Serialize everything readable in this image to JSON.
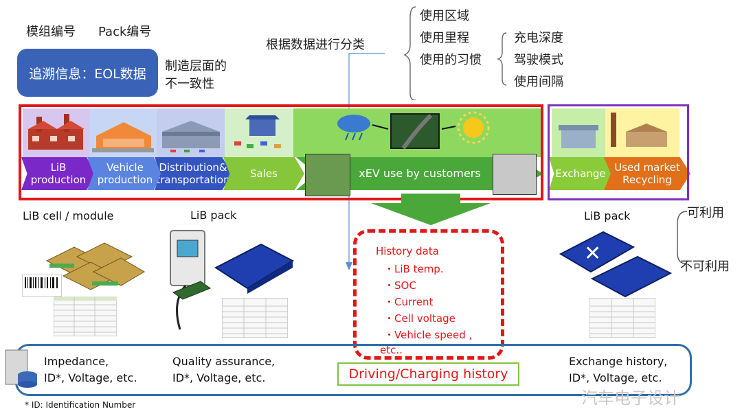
{
  "header": {
    "module_id": "模组编号",
    "pack_id": "Pack编号",
    "trace_info": "追溯信息：EOL数据",
    "manufacturing_inconsistency": "制造层面的\n不一致性",
    "classify_by_data": "根据数据进行分类",
    "usage_region": "使用区域",
    "usage_mileage": "使用里程",
    "usage_habit": "使用的习惯",
    "charge_depth": "充电深度",
    "driving_mode": "驾驶模式",
    "usage_interval": "使用间隔"
  },
  "stages": [
    {
      "label": "LiB\nproduction",
      "color": "#7a28c8"
    },
    {
      "label": "Vehicle\nproduction",
      "color": "#5b84e0"
    },
    {
      "label": "Distribution&\ntransportation",
      "color": "#3455c0"
    },
    {
      "label": "Sales",
      "color": "#86c63a"
    },
    {
      "label": "xEV use by customers",
      "color": "#4aa83a"
    },
    {
      "label": "Exchange",
      "color": "#8acb3a"
    },
    {
      "label": "Used market\nRecycling",
      "color": "#e0701a"
    }
  ],
  "sections": {
    "cell_module": "LiB cell / module",
    "pack_left": "LiB pack",
    "pack_right": "LiB pack",
    "usable": "可利用",
    "unusable": "不可利用"
  },
  "history": {
    "title": "History data",
    "items": [
      "・LiB temp.",
      "・SOC",
      "・Current",
      "・Cell voltage",
      "・Vehicle speed ,",
      "etc.."
    ]
  },
  "bottom": {
    "impedance": "Impedance,\nID*, Voltage, etc.",
    "quality": "Quality assurance,\nID*, Voltage, etc.",
    "driving_charging": "Driving/Charging history",
    "exchange": "Exchange history,\nID*, Voltage, etc."
  },
  "footnote": "* ID: Identification Number",
  "watermark": "汽车电子设计"
}
